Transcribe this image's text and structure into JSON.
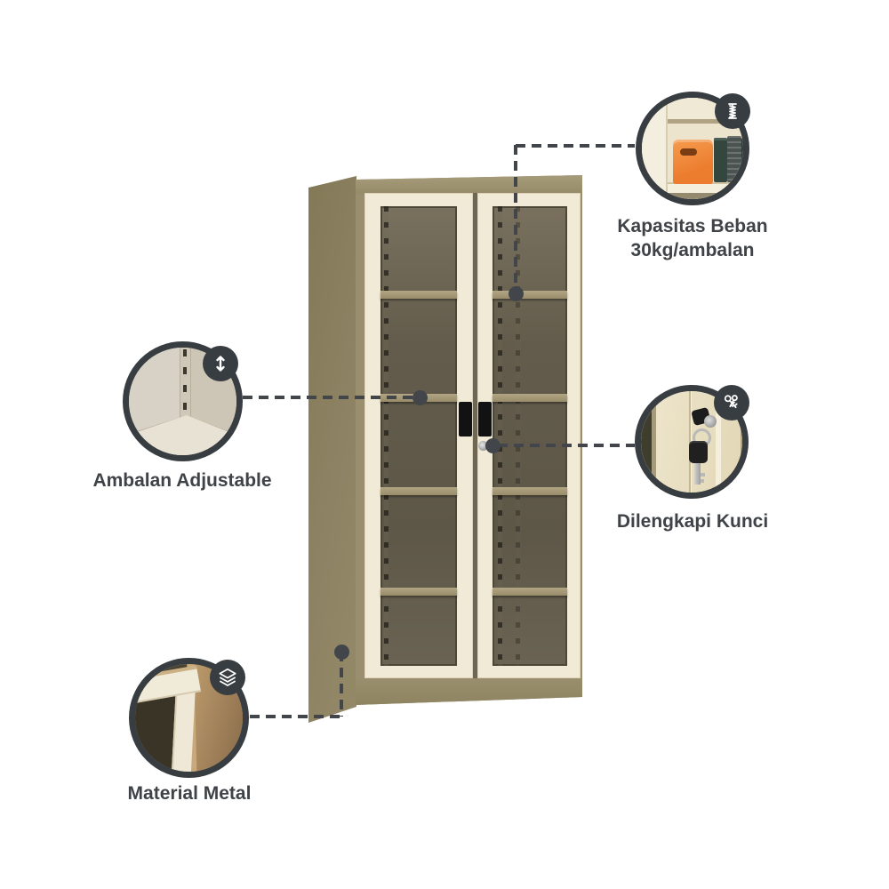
{
  "page": {
    "background": "#ffffff",
    "type": "product-feature-infographic",
    "product": "two-door glass metal cabinet"
  },
  "colors": {
    "connector": "#42464b",
    "circle_border": "#383d42",
    "badge_background": "#383d42",
    "text": "#3f4347",
    "cabinet_body_tan": "#998e6e",
    "cabinet_side_tan": "#8d8263",
    "door_cream": "#f1ead7",
    "glass_dark": "#5d5748",
    "shelf_tan": "#a89b79",
    "handle_black": "#121212",
    "accent_box_orange": "#ed7c2e"
  },
  "callouts": {
    "kapasitas": {
      "line1": "Kapasitas Beban",
      "line2": "30kg/ambalan",
      "icon": "spring-weight-icon",
      "scene": "shelf with orange storage box and books"
    },
    "kunci": {
      "label": "Dilengkapi Kunci",
      "icon": "keys-icon",
      "scene": "key inserted in door lock with hanging key"
    },
    "ambalan": {
      "label": "Ambalan Adjustable",
      "icon": "arrow-up-down-icon",
      "scene": "cabinet interior corner with slotted shelf support"
    },
    "material": {
      "label": "Material Metal",
      "icon": "layers-icon",
      "scene": "close-up of metal door frame corner"
    }
  }
}
